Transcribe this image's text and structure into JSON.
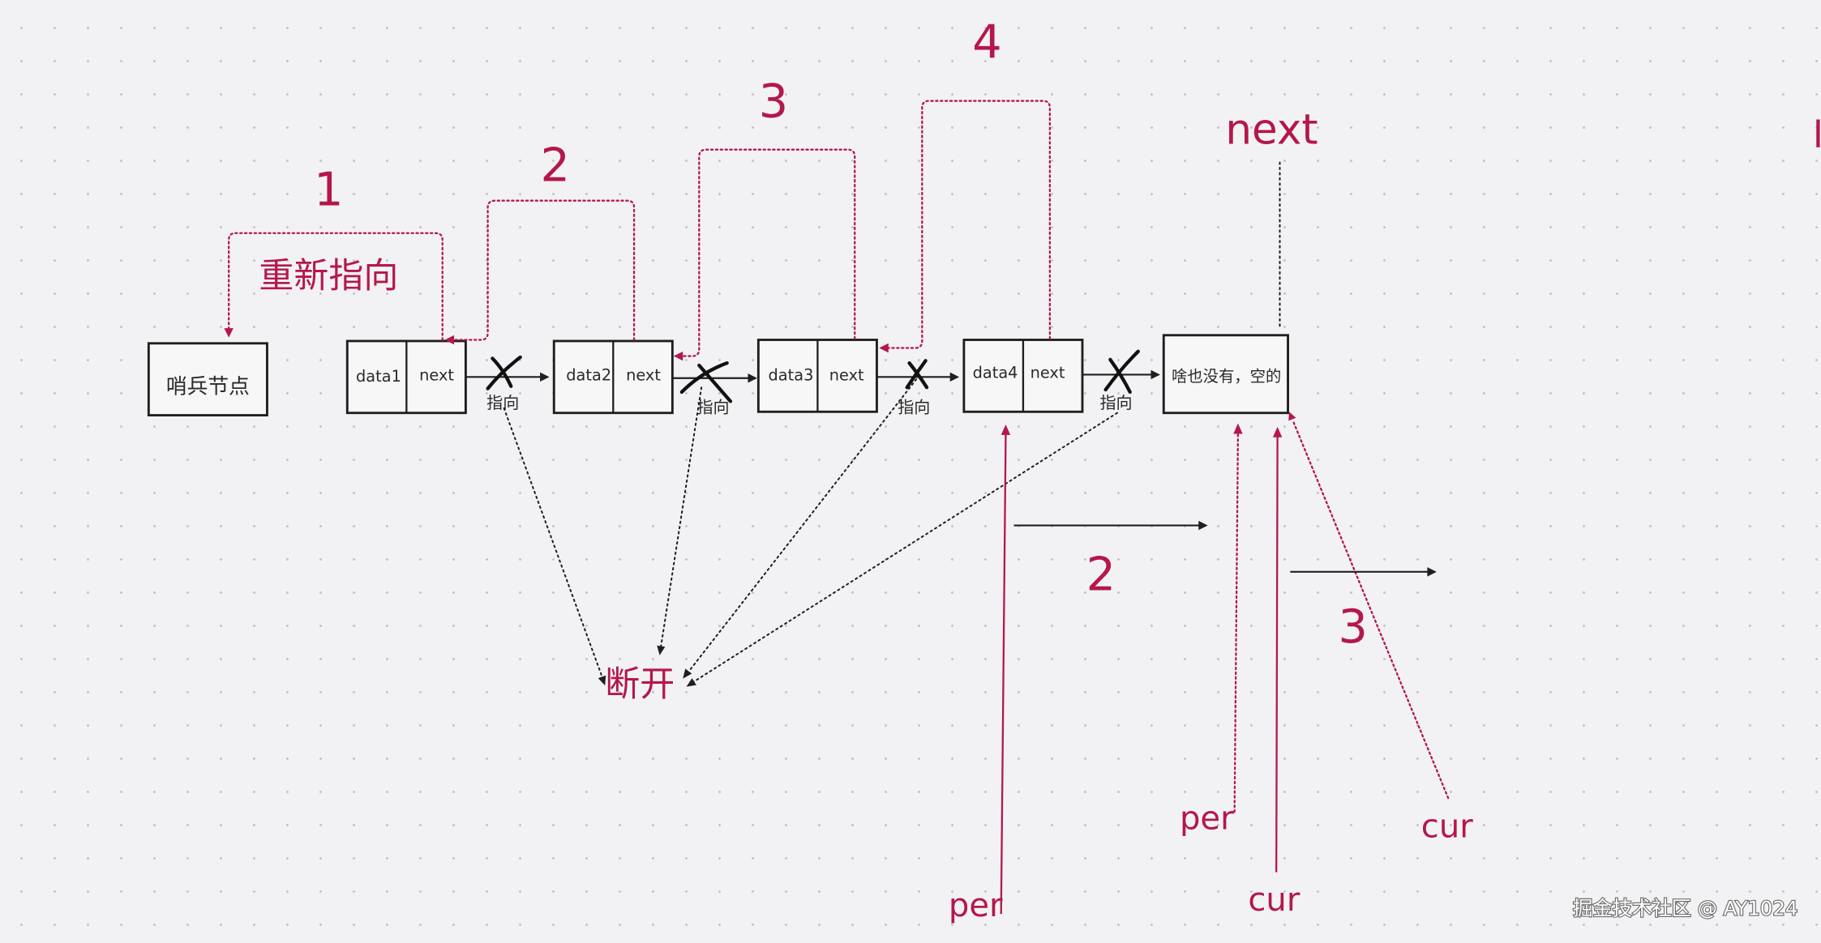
{
  "sentinel": {
    "label": "哨兵节点"
  },
  "nodes": [
    {
      "data": "data1",
      "next": "next"
    },
    {
      "data": "data2",
      "next": "next"
    },
    {
      "data": "data3",
      "next": "next"
    },
    {
      "data": "data4",
      "next": "next"
    }
  ],
  "empty_node": {
    "label": "啥也没有，空的"
  },
  "links": [
    {
      "label": "指向"
    },
    {
      "label": "指向"
    },
    {
      "label": "指向"
    },
    {
      "label": "指向"
    }
  ],
  "redirect": {
    "label": "重新指向",
    "steps": [
      "1",
      "2",
      "3",
      "4"
    ]
  },
  "next_label": "next",
  "break_label": "断开",
  "pointers": [
    {
      "label": "per"
    },
    {
      "label": "per"
    },
    {
      "label": "cur"
    },
    {
      "label": "cur"
    }
  ],
  "move_steps": [
    "2",
    "3"
  ],
  "watermark": "掘金技术社区 @ AY1024",
  "colors": {
    "accent": "#b5174b",
    "ink": "#1f1f1f",
    "background": "#f2f2f4"
  }
}
